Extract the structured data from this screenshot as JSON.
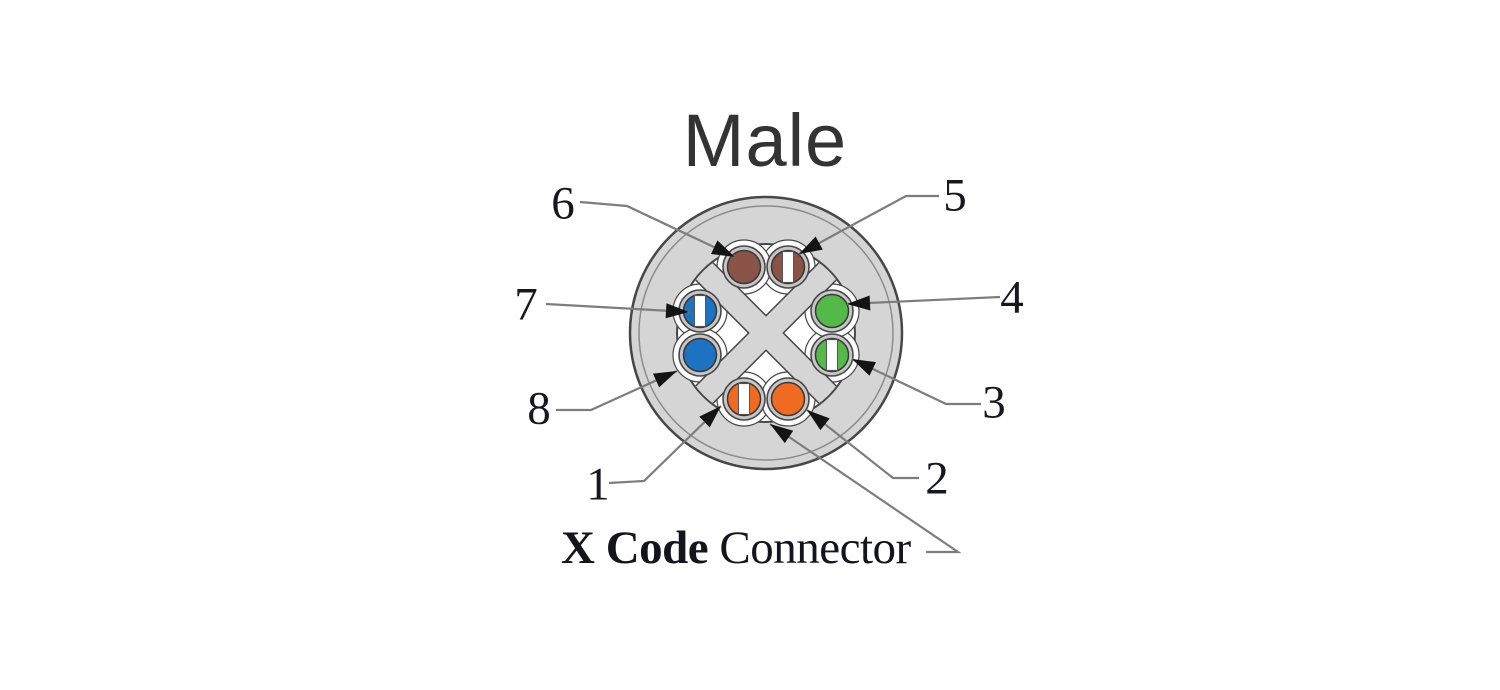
{
  "title": "Male",
  "caption": {
    "bold": "X Code",
    "regular": " Connector"
  },
  "connector": {
    "name": "X Code Connector",
    "gender": "Male",
    "pin_count": 8,
    "pins": [
      {
        "number": "1",
        "wire": "white-orange",
        "color": "#f06a21",
        "striped": true
      },
      {
        "number": "2",
        "wire": "orange",
        "color": "#f06a21",
        "striped": false
      },
      {
        "number": "3",
        "wire": "white-green",
        "color": "#54b948",
        "striped": true
      },
      {
        "number": "4",
        "wire": "green",
        "color": "#54b948",
        "striped": false
      },
      {
        "number": "5",
        "wire": "white-brown",
        "color": "#8a5348",
        "striped": true
      },
      {
        "number": "6",
        "wire": "brown",
        "color": "#8a5348",
        "striped": false
      },
      {
        "number": "7",
        "wire": "white-blue",
        "color": "#1e72c2",
        "striped": true
      },
      {
        "number": "8",
        "wire": "blue",
        "color": "#1e72c2",
        "striped": false
      }
    ],
    "colors": {
      "shell": "#d5d5d5",
      "shell_inner_line": "#8c8c8c",
      "outline": "#474747",
      "insert": "#ffffff",
      "socket": "#c6c6c6",
      "stripe": "#ffffff",
      "leader": "#7d7d7d",
      "arrow": "#141414"
    }
  }
}
